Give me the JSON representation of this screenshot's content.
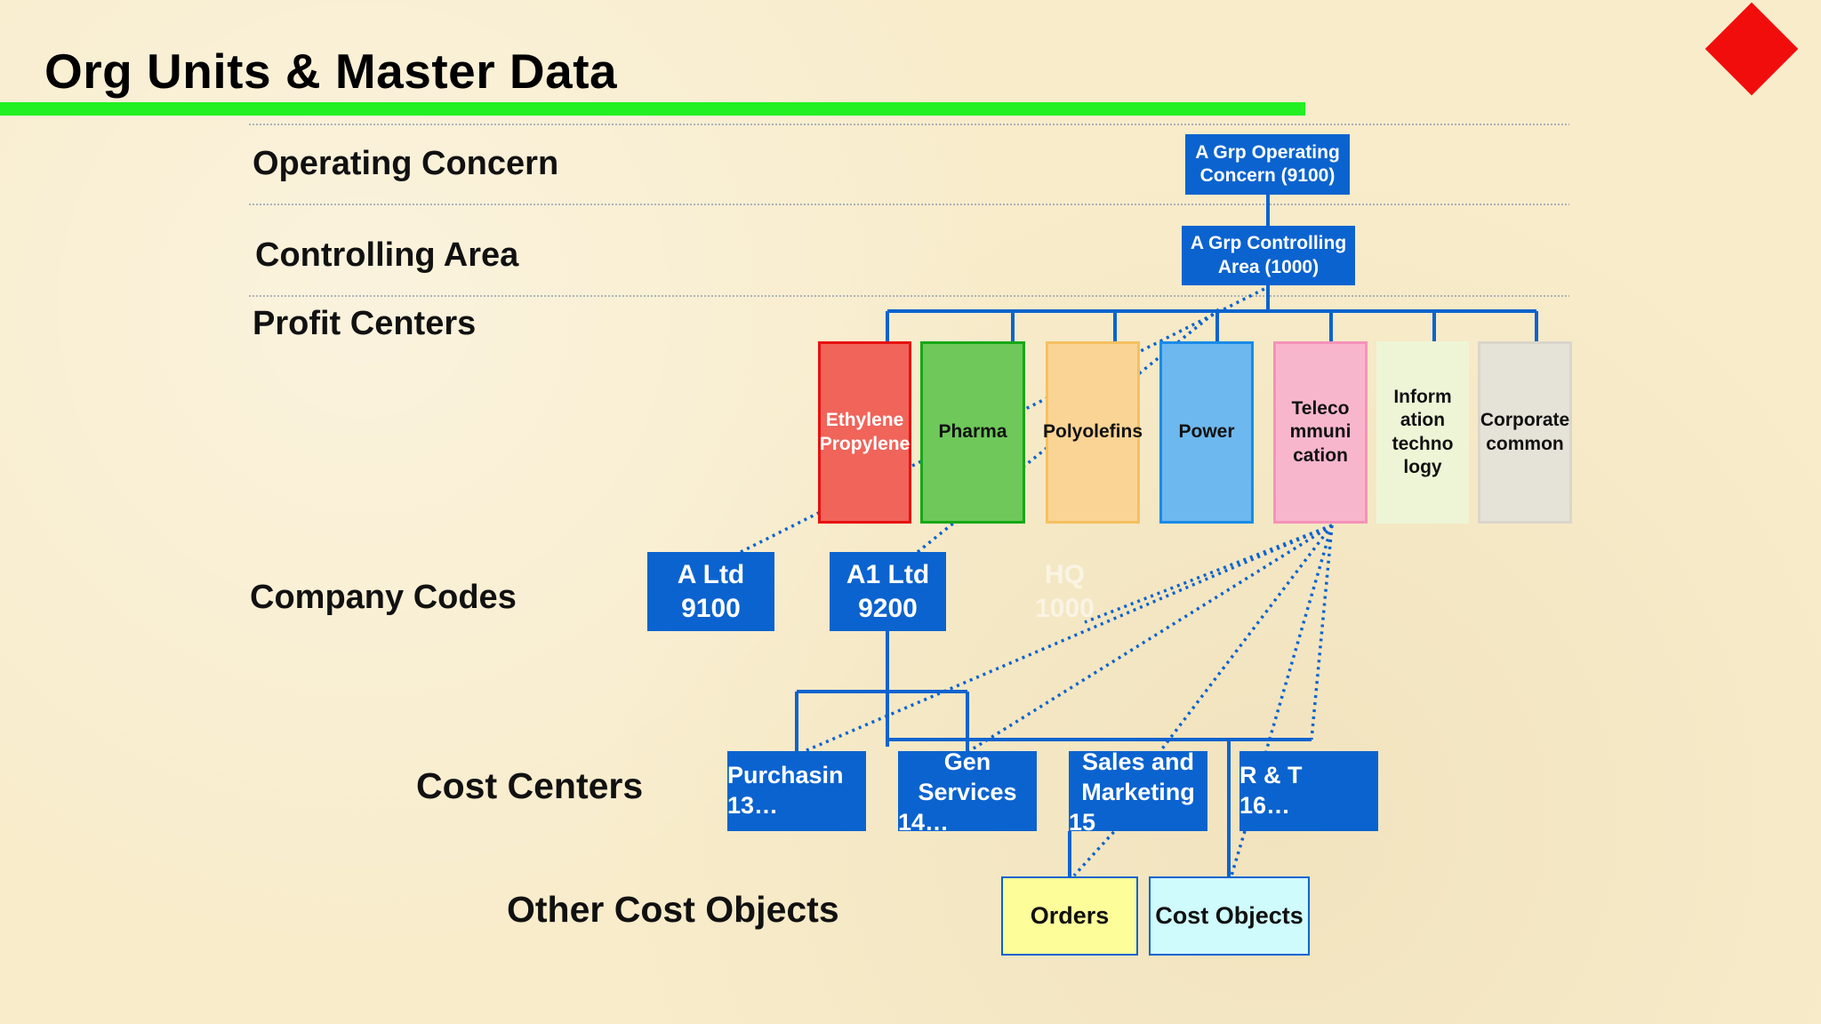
{
  "title": "Org Units & Master Data",
  "levels": {
    "operating_concern": "Operating Concern",
    "controlling_area": "Controlling Area",
    "profit_centers": "Profit Centers",
    "company_codes": "Company Codes",
    "cost_centers": "Cost Centers",
    "other_cost_objects": "Other Cost Objects"
  },
  "operating_concern_box": "A Grp Operating Concern (9100)",
  "controlling_area_box": "A Grp Controlling Area (1000)",
  "profit_centers": [
    {
      "label": "Ethylene Propylene",
      "fill": "#f0645a",
      "border": "#e81010",
      "text": "#ffffff"
    },
    {
      "label": "Pharma",
      "fill": "#6fc85a",
      "border": "#16a816",
      "text": "#111111"
    },
    {
      "label": "Polyolefins",
      "fill": "#fad495",
      "border": "#f5c060",
      "text": "#111111"
    },
    {
      "label": "Power",
      "fill": "#6db8ee",
      "border": "#1a8be8",
      "text": "#111111"
    },
    {
      "label": "Teleco mmuni cation",
      "fill": "#f8b6cd",
      "border": "#f592b8",
      "text": "#111111"
    },
    {
      "label": "Inform ation techno logy",
      "fill": "#eef5d6",
      "border": "#eef5d6",
      "text": "#111111"
    },
    {
      "label": "Corporate common",
      "fill": "#e5e2d8",
      "border": "#dad6cc",
      "text": "#111111"
    }
  ],
  "company_codes": [
    {
      "name": "A Ltd",
      "code": "9100"
    },
    {
      "name": "A1 Ltd",
      "code": "9200"
    },
    {
      "name": "HQ",
      "code": "1000"
    }
  ],
  "cost_centers": [
    {
      "name": "Purchasin",
      "code": "13…"
    },
    {
      "name": "Gen Services",
      "code": "14…"
    },
    {
      "name": "Sales and Marketing",
      "code": "15"
    },
    {
      "name": "R & T",
      "code": "16…"
    }
  ],
  "cost_objects": [
    {
      "label": "Orders",
      "fill": "#fdfd9a"
    },
    {
      "label": "Cost Objects",
      "fill": "#cffbfd"
    }
  ],
  "colors": {
    "accent_blue": "#0b63cf",
    "title_bar": "#22f022",
    "diamond": "#f20d0d",
    "background": "#f8eccb"
  }
}
